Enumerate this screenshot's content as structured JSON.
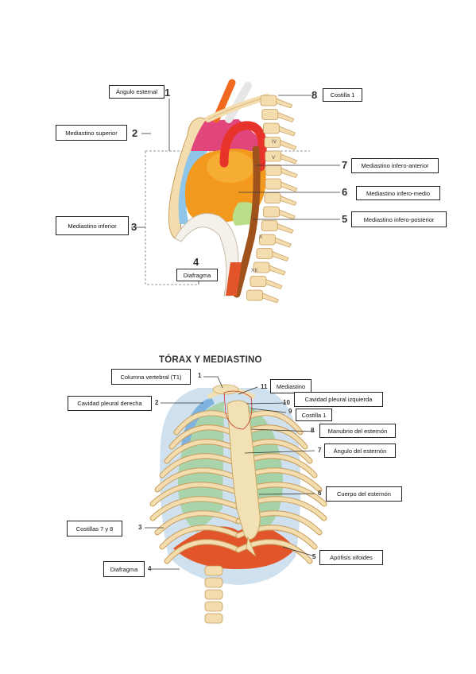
{
  "figure1": {
    "labels": {
      "angulo_esternal": "Ángulo esternal",
      "mediastino_superior": "Mediastino superior",
      "mediastino_inferior": "Mediastino inferior",
      "diafragma": "Diafragma",
      "costilla_1": "Costilla 1",
      "inferoanterior": "Mediastino infero-anterior",
      "inferomedio": "Mediastino infero-medio",
      "inferoposterior": "Mediastino infero-posterior"
    },
    "numbers": [
      "1",
      "2",
      "3",
      "4",
      "5",
      "6",
      "7",
      "8"
    ],
    "vertebra_marks": [
      "IV",
      "V",
      "X",
      "XII"
    ]
  },
  "figure2": {
    "title": "TÓRAX Y MEDIASTINO",
    "labels": {
      "columna_t1": "Columna vertebral (T1)",
      "cavidad_derecha": "Cavidad pleural derecha",
      "costillas_7_8": "Costillas 7 y 8",
      "diafragma": "Diafragma",
      "mediastino": "Mediastino",
      "cavidad_izquierda": "Cavidad pleural izquierda",
      "costilla_1": "Costilla 1",
      "manubrio": "Manubrio del esternón",
      "angulo_esternon": "Ángulo del esternón",
      "cuerpo_esternon": "Cuerpo del esternón",
      "apofisis_xifoides": "Apófisis xifoides"
    },
    "numbers": [
      "1",
      "2",
      "3",
      "4",
      "5",
      "6",
      "7",
      "8",
      "9",
      "10",
      "11"
    ]
  },
  "colors": {
    "bone": "#f3dcae",
    "bone_edge": "#c89d5c",
    "aorta": "#e8332a",
    "superior": "#e0457b",
    "anterior": "#8ec5e8",
    "heart": "#f39a1e",
    "posterior": "#b9df8a",
    "esophagus": "#a0521c",
    "pleura": "#9cc3e6",
    "lung_green": "#9fcf9a",
    "diaphragm": "#e2542a"
  }
}
